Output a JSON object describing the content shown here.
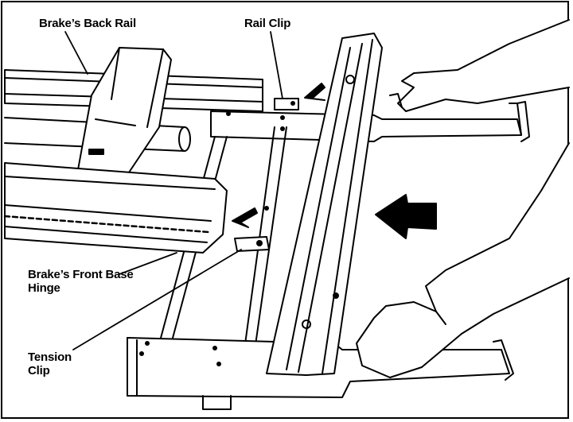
{
  "labels": {
    "back_rail": "Brake’s Back Rail",
    "rail_clip": "Rail Clip",
    "front_base_hinge_line1": "Brake’s Front Base",
    "front_base_hinge_line2": "Hinge",
    "tension_clip_line1": "Tension",
    "tension_clip_line2": "Clip"
  },
  "colors": {
    "ink": "#000000",
    "paper": "#ffffff"
  }
}
